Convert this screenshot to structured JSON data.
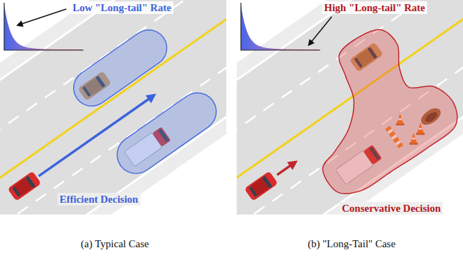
{
  "diagram": {
    "labels": [
      "Low \"Long-tail\" Rate",
      "High \"Long-tail\" Rate",
      "Efficient Decision",
      "Conservative Decision",
      "(a) Typical Case",
      "(b) \"Long-Tail\" Case"
    ]
  }
}
